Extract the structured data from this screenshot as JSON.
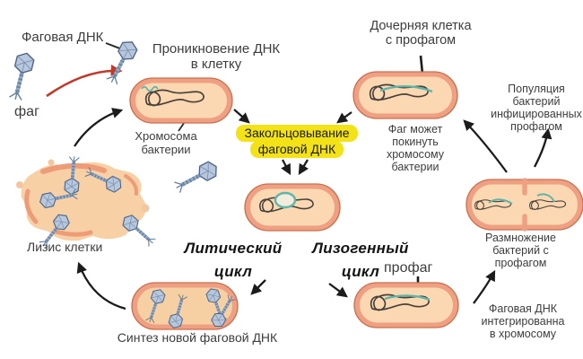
{
  "colors": {
    "background": "#ffffff",
    "cell_fill": "#fbd8b2",
    "cell_border": "#efa083",
    "cell_outline": "#c96f4d",
    "phage_dna_teal": "#5fb5aa",
    "highlight_yellow": "#f3e316",
    "arrow_black": "#1c1c1c",
    "arrow_red": "#bf3a2b",
    "text": "#3d3d3d"
  },
  "labels": {
    "phage_dna": "Фаговая ДНК",
    "phage": "фаг",
    "penetration": "Проникновение ДНК\nв клетку",
    "chromosome": "Хромосома\nбактерии",
    "circularization_line1": "Закольцовывание",
    "circularization_line2": "фаговой ДНК",
    "daughter_cell": "Дочерняя клетка\nс профагом",
    "population": "Популяция\nбактерий\nинфицированных\nпрофагом",
    "phage_may_leave": "Фаг может\nпокинуть\nхромосому\nбактерии",
    "reproduction": "Размножение\nбактерий с\nпрофагом",
    "integrated_dna": "Фаговая ДНК\nинтегрированна\nв хромосому",
    "prophage": "профаг",
    "lytic_cycle": "Литический\nцикл",
    "lysogenic_cycle": "Лизогенный\nцикл",
    "lysis": "Лизис клетки",
    "synthesis": "Синтез новой фаговой ДНК"
  }
}
